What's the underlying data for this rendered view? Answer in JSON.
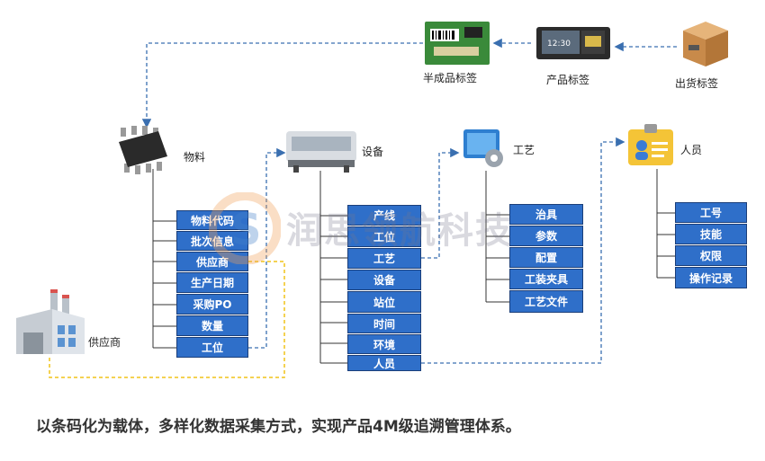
{
  "flow": {
    "chuhuo": "出货标签",
    "chanpin": "产品标签",
    "banchengpin": "半成品标签"
  },
  "nodes": {
    "wuliao": "物料",
    "shebei": "设备",
    "gongyi": "工艺",
    "renyuan": "人员",
    "gongyingshang": "供应商"
  },
  "lists": {
    "wuliao": [
      "物料代码",
      "批次信息",
      "供应商",
      "生产日期",
      "采购PO",
      "数量",
      "工位"
    ],
    "shebei": [
      "产线",
      "工位",
      "工艺",
      "设备",
      "站位",
      "时间",
      "环境",
      "人员"
    ],
    "gongyi": [
      "治具",
      "参数",
      "配置",
      "工装夹具",
      "工艺文件"
    ],
    "renyuan": [
      "工号",
      "技能",
      "权限",
      "操作记录"
    ]
  },
  "watermark": "润思领航科技",
  "caption": "以条码化为载体，多样化数据采集方式，实现产品4M级追溯管理体系。",
  "colors": {
    "box": "#2f6fc9",
    "link_blue": "#3a6fb0",
    "link_yellow": "#f0c419"
  }
}
